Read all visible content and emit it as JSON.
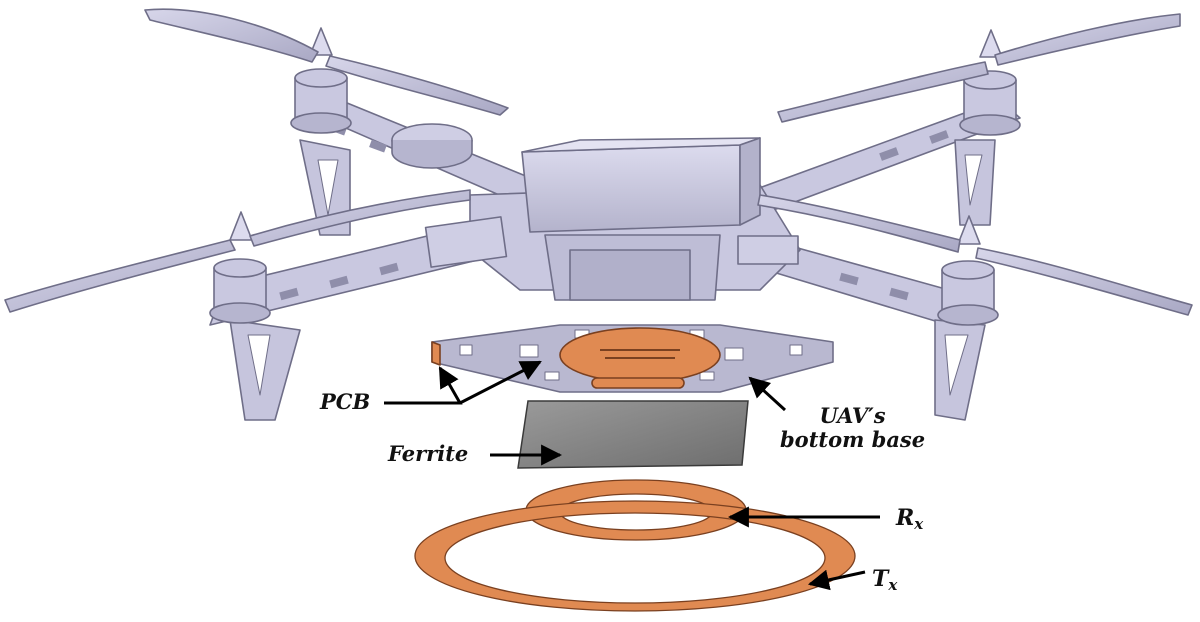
{
  "labels": {
    "pcb": "PCB",
    "uav_base_line1": "UAV′s",
    "uav_base_line2": "bottom base",
    "ferrite": "Ferrite",
    "rx_symbol": "R",
    "rx_subscript": "x",
    "tx_symbol": "T",
    "tx_subscript": "x"
  },
  "colors": {
    "frame": "#c9c8e0",
    "frame_edge": "#6f6e88",
    "copper": "#e08a52",
    "copper_edge": "#7a4020",
    "ferrite": "#8c8c8c",
    "ferrite_edge": "#3a3a3a",
    "arrow": "#000000"
  }
}
